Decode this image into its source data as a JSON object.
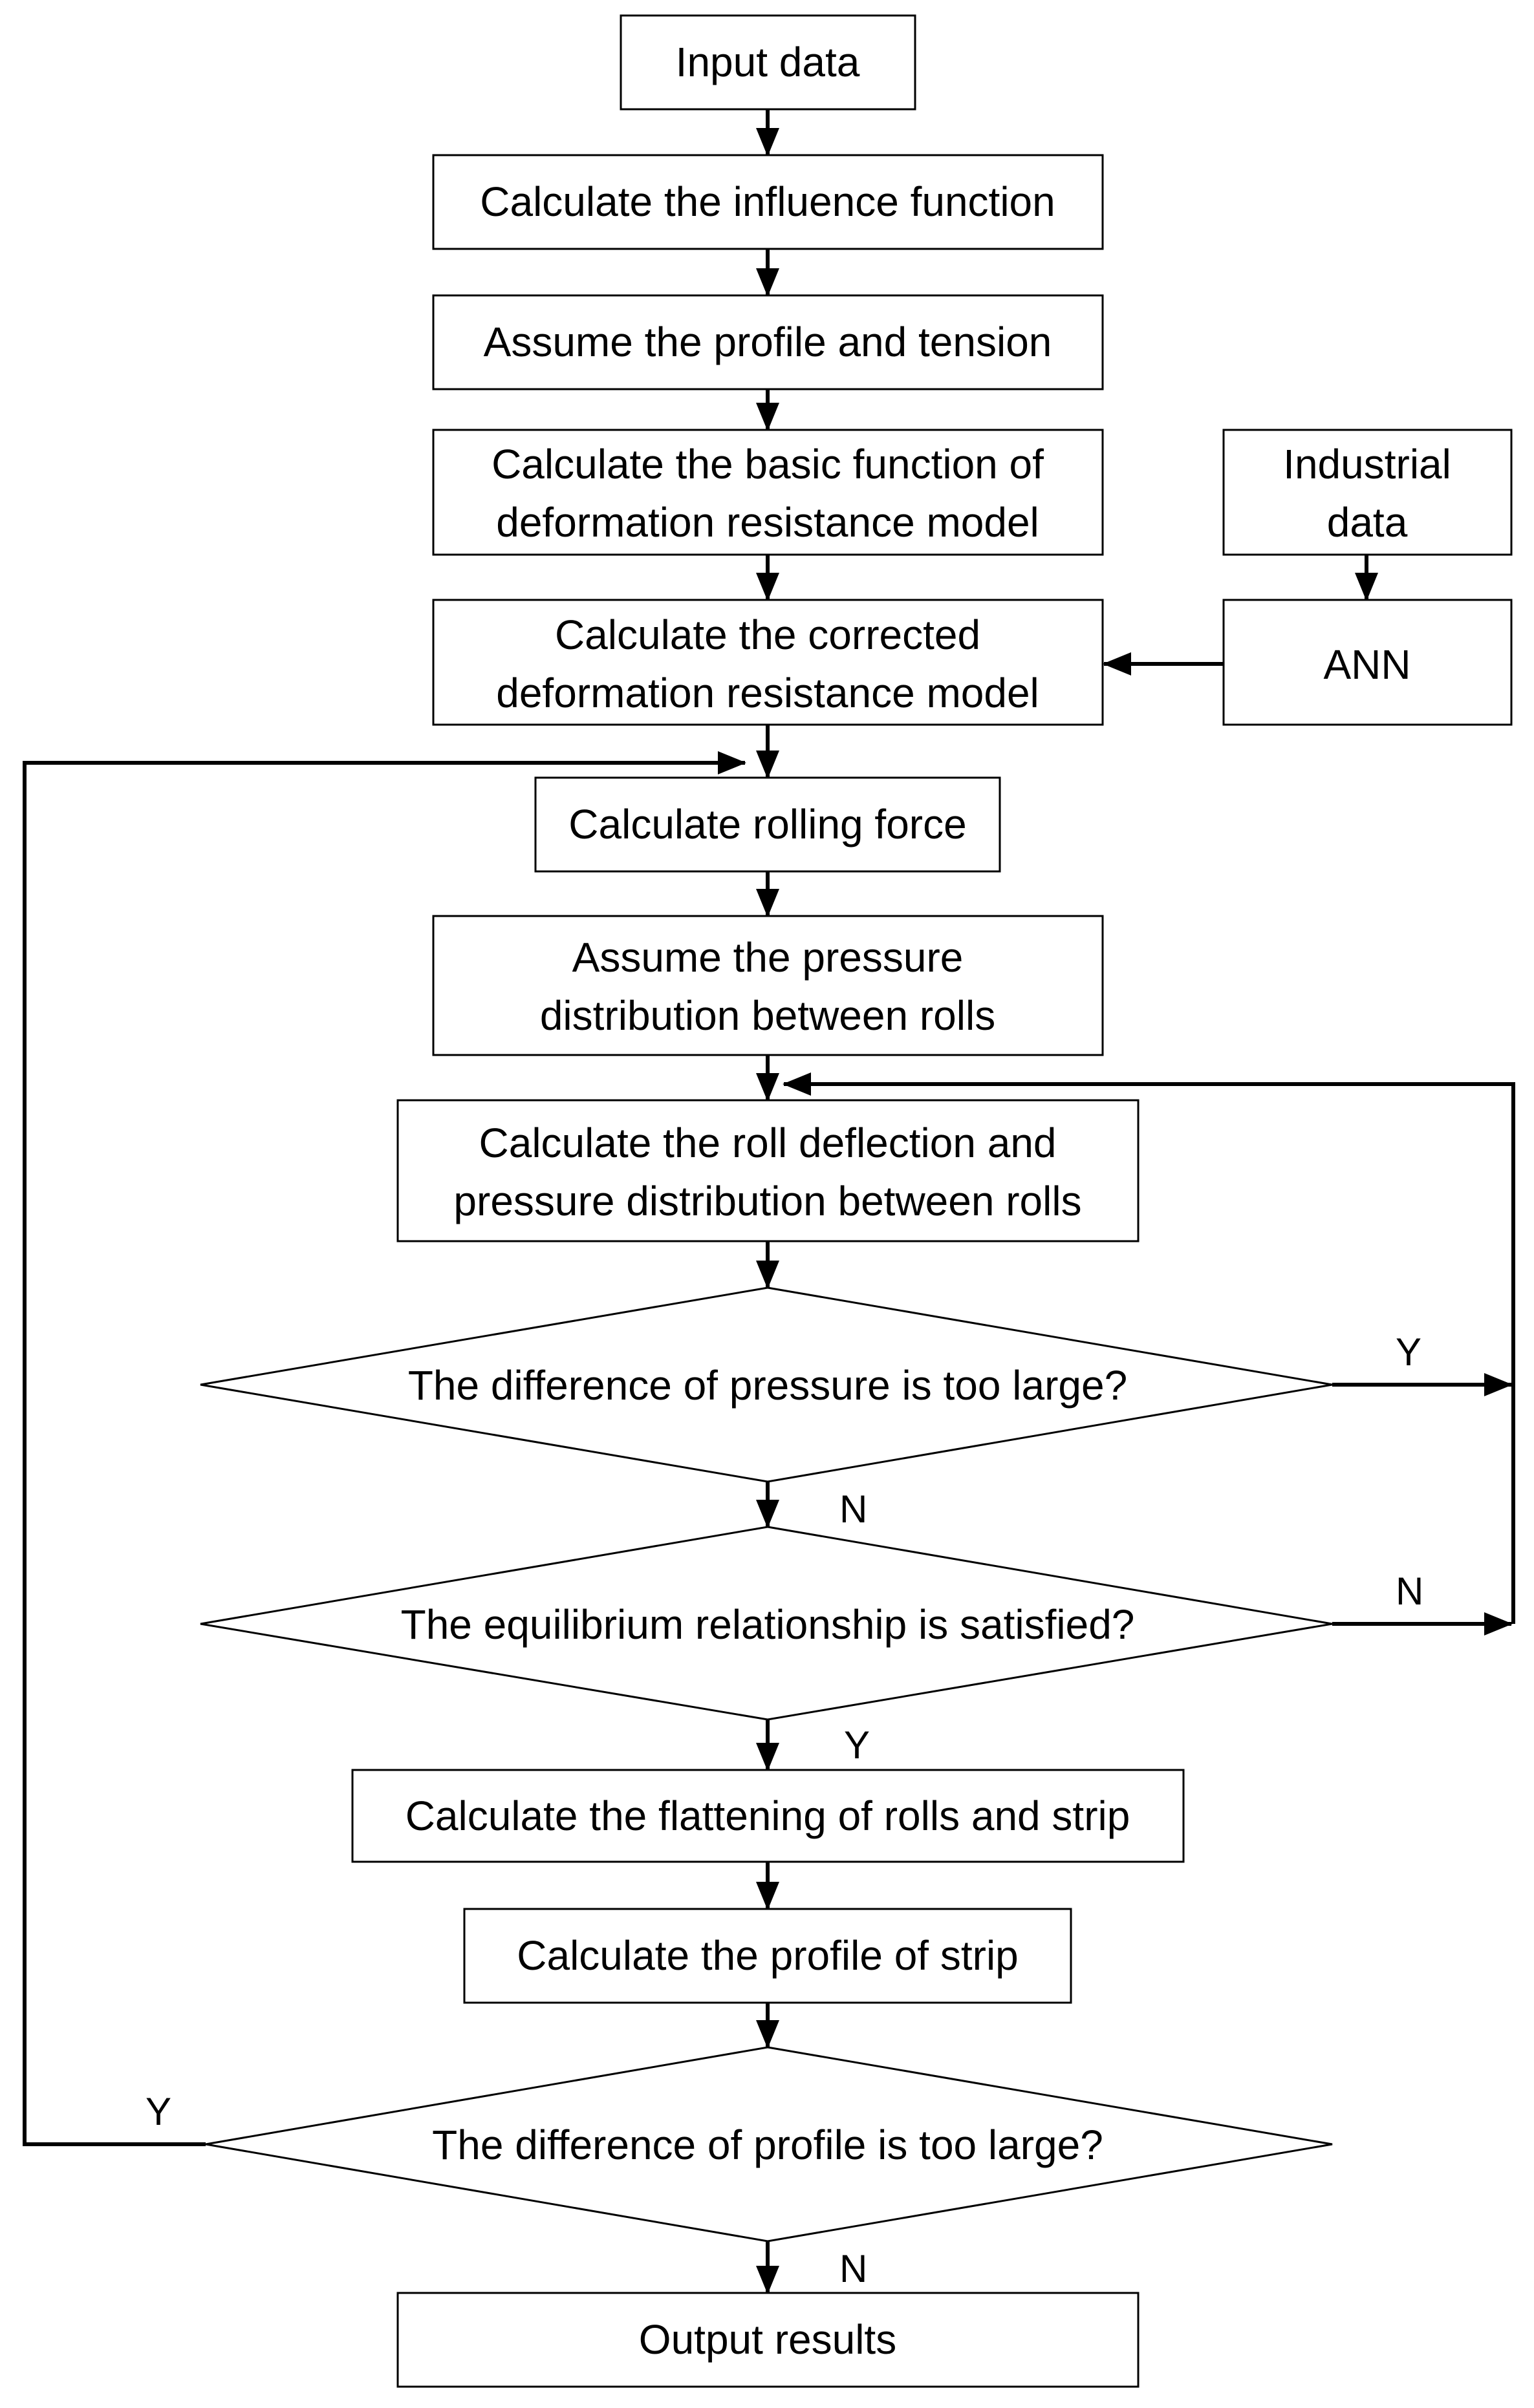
{
  "nodes": {
    "input_data": [
      "Input data"
    ],
    "influence_function": [
      "Calculate the influence function"
    ],
    "assume_profile_tension": [
      "Assume the profile and tension"
    ],
    "basic_function": [
      "Calculate the basic function of",
      "deformation resistance model"
    ],
    "corrected_model": [
      "Calculate the corrected",
      "deformation resistance model"
    ],
    "industrial_data": [
      "Industrial",
      "data"
    ],
    "ann": [
      "ANN"
    ],
    "rolling_force": [
      "Calculate rolling force"
    ],
    "assume_pressure": [
      "Assume the pressure",
      "distribution between rolls"
    ],
    "roll_deflection": [
      "Calculate the roll deflection and",
      "pressure distribution between rolls"
    ],
    "pressure_decision": [
      "The difference of pressure is too large?"
    ],
    "equilibrium_decision": [
      "The equilibrium relationship is satisfied?"
    ],
    "flattening": [
      "Calculate the flattening of rolls and strip"
    ],
    "strip_profile": [
      "Calculate the profile of strip"
    ],
    "profile_decision": [
      "The difference of profile is too large?"
    ],
    "output_results": [
      "Output results"
    ]
  },
  "branch_labels": {
    "pressure_yes": "Y",
    "pressure_no": "N",
    "equilibrium_no": "N",
    "equilibrium_yes": "Y",
    "profile_yes": "Y",
    "profile_no": "N"
  }
}
